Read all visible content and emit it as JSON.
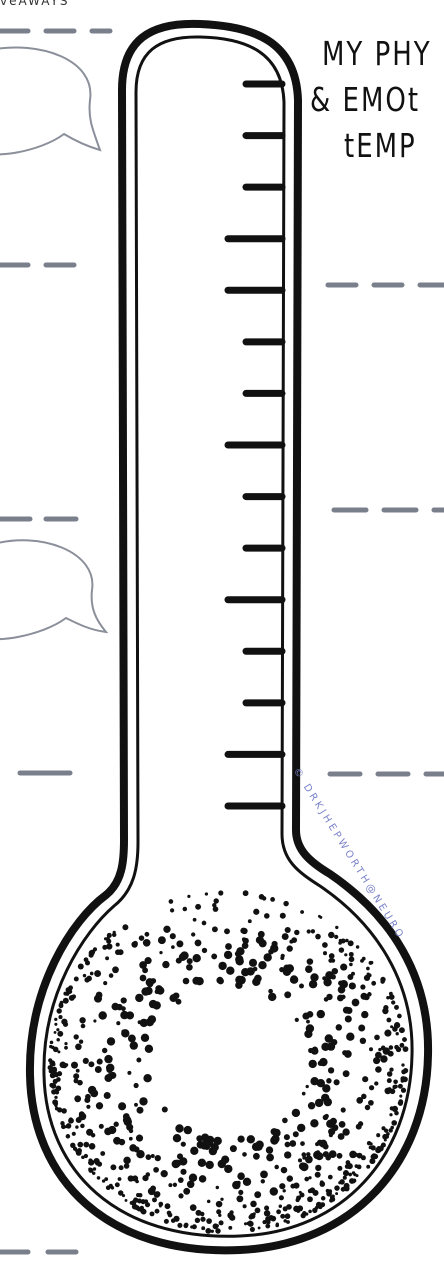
{
  "worksheet": {
    "top_label": "veAWAYS",
    "title": {
      "line1": "MY PHY",
      "line2": "& EMOt",
      "line3": "tEMP"
    },
    "credit": "© DRKJHEPWORTH@NEURO",
    "colors": {
      "ink": "#111111",
      "dash": "#7a7f8c",
      "bubble": "#8a8f9a",
      "credit": "#7a82c9"
    },
    "thermometer": {
      "tick_count": 15,
      "tick_lengths": [
        1,
        1,
        1,
        2,
        2,
        1,
        1,
        2,
        1,
        1,
        2,
        1,
        1,
        2,
        2
      ]
    }
  }
}
